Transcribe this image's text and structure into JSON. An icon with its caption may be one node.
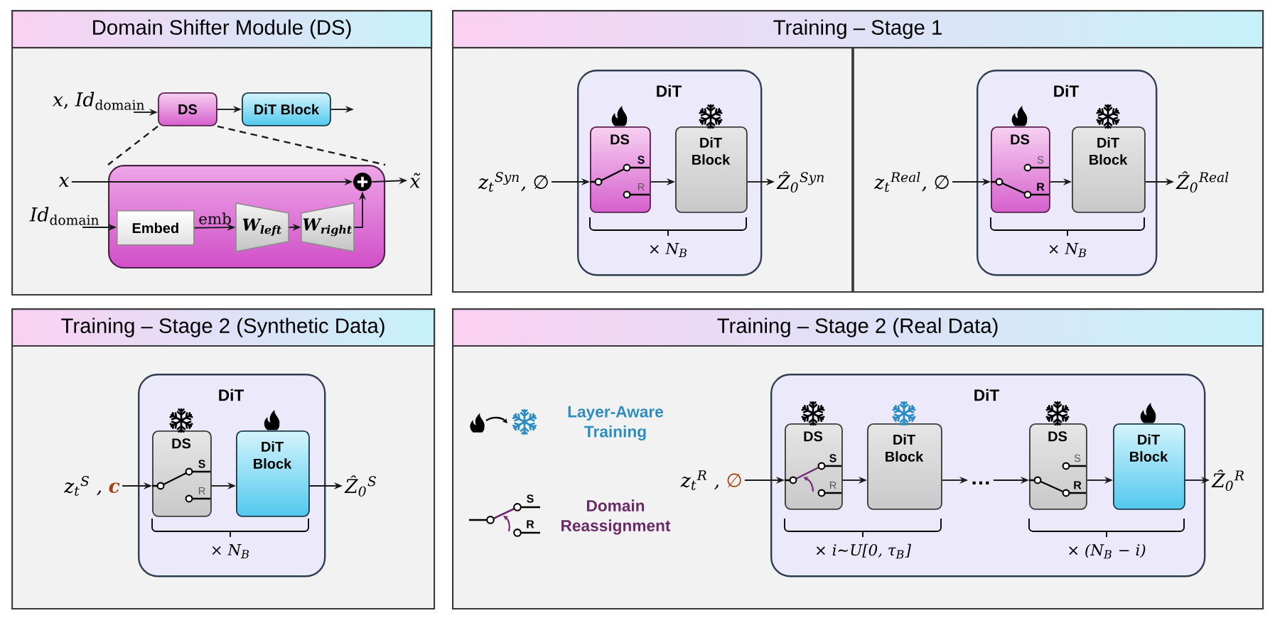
{
  "diagram": {
    "nodes": [
      {
        "text": [
          "Domain Shifter Module (DS)"
        ]
      },
      {
        "text": [
          "*x*, *Id*$_{domain}$"
        ],
        "in": 0
      },
      {
        "text": [
          "DS"
        ],
        "in": 0
      },
      {
        "text": [
          "DiT Block"
        ],
        "in": 0
      },
      {
        "text": [],
        "shape": "box",
        "in": 0
      },
      {
        "text": [
          "x"
        ],
        "in": 0
      },
      {
        "text": [
          "*Id*$_{domain}$"
        ],
        "in": 0
      },
      {
        "text": [
          "Embed"
        ],
        "in": 4
      },
      {
        "text": [
          "W$_{left}$"
        ],
        "in": 4
      },
      {
        "text": [
          "W$_{right}$"
        ],
        "in": 4
      },
      {
        "text": [],
        "shape": "circle",
        "in": 4
      },
      {
        "text": [
          "x̃"
        ],
        "in": 0
      },
      {
        "text": [
          "Training – Stage 1"
        ]
      },
      {
        "text": [
          "z$_{t}$$^{Syn}$, ∅"
        ],
        "in": 12
      },
      {
        "text": [
          "DiT",
          "× N$_{B}$"
        ],
        "in": 12
      },
      {
        "text": [
          "DS",
          "S",
          "R"
        ],
        "in": 14
      },
      {
        "text": [
          "DiT Block"
        ],
        "in": 14
      },
      {
        "text": [
          "Ẑ$_{0}$$^{Syn}$"
        ],
        "in": 12
      },
      {
        "text": [
          "z$_{t}$$^{Real}$, ∅"
        ],
        "in": 12
      },
      {
        "text": [
          "DiT",
          "× N$_{B}$"
        ],
        "in": 12
      },
      {
        "text": [
          "DS",
          "S",
          "R"
        ],
        "in": 19
      },
      {
        "text": [
          "DiT Block"
        ],
        "in": 19
      },
      {
        "text": [
          "Ẑ$_{0}$$^{Real}$"
        ],
        "in": 12
      },
      {
        "text": [
          "Training – Stage 2 (Synthetic Data)"
        ]
      },
      {
        "text": [
          "z$_{t}$$^{S}$ ,",
          "c"
        ],
        "in": 23
      },
      {
        "text": [
          "DiT",
          "× N$_{B}$"
        ],
        "in": 23
      },
      {
        "text": [
          "DS",
          "S",
          "R"
        ],
        "in": 25
      },
      {
        "text": [
          "DiT Block"
        ],
        "in": 25
      },
      {
        "text": [
          "Ẑ$_{0}$$^{S}$"
        ],
        "in": 23
      },
      {
        "text": [
          "Training – Stage 2 (Real Data)"
        ]
      },
      {
        "text": [
          "z$_{t}$$^{R}$ ,",
          "∅"
        ],
        "in": 29
      },
      {
        "text": [
          "DiT",
          "× i∼U[0, τ$_{B}$]",
          "× (N$_{B}$ − i)"
        ],
        "in": 29
      },
      {
        "text": [
          "DS",
          "S",
          "R"
        ],
        "in": 31
      },
      {
        "text": [
          "DiT Block"
        ],
        "in": 31
      },
      {
        "text": [
          "…"
        ],
        "in": 31
      },
      {
        "text": [
          "DS",
          "S",
          "R"
        ],
        "in": 31
      },
      {
        "text": [
          "DiT Block"
        ],
        "in": 31
      },
      {
        "text": [
          "Ẑ$_{0}$$^{R}$"
        ],
        "in": 29
      }
    ],
    "edges": [
      {
        "from": 1,
        "to": 2,
        "arrow": "to"
      },
      {
        "from": 2,
        "to": 3,
        "arrow": "to"
      },
      {
        "from": 3,
        "to": null,
        "arrow": "to"
      },
      {
        "from": 2,
        "to": 4,
        "arrow": "none",
        "style": "dashed"
      },
      {
        "from": 2,
        "to": 4,
        "arrow": "none",
        "style": "dashed"
      },
      {
        "from": 5,
        "to": 10,
        "arrow": "to"
      },
      {
        "from": 10,
        "to": 11,
        "arrow": "to"
      },
      {
        "from": 6,
        "to": 7,
        "arrow": "to"
      },
      {
        "from": 7,
        "to": 8,
        "arrow": "to",
        "label": "emb"
      },
      {
        "from": 8,
        "to": 9,
        "arrow": "to"
      },
      {
        "from": 9,
        "to": 10,
        "arrow": "to"
      },
      {
        "from": 13,
        "to": 15,
        "arrow": "to"
      },
      {
        "from": 15,
        "to": 16,
        "arrow": "to"
      },
      {
        "from": 16,
        "to": 17,
        "arrow": "to"
      },
      {
        "from": 18,
        "to": 20,
        "arrow": "to"
      },
      {
        "from": 20,
        "to": 21,
        "arrow": "to"
      },
      {
        "from": 21,
        "to": 22,
        "arrow": "to"
      },
      {
        "from": 24,
        "to": 26,
        "arrow": "to"
      },
      {
        "from": 26,
        "to": 27,
        "arrow": "to"
      },
      {
        "from": 27,
        "to": 28,
        "arrow": "to"
      },
      {
        "from": 30,
        "to": 32,
        "arrow": "to"
      },
      {
        "from": 32,
        "to": 33,
        "arrow": "to"
      },
      {
        "from": 33,
        "to": 34,
        "arrow": "to"
      },
      {
        "from": 34,
        "to": 35,
        "arrow": "to"
      },
      {
        "from": 35,
        "to": 36,
        "arrow": "to"
      },
      {
        "from": 36,
        "to": 37,
        "arrow": "to"
      }
    ],
    "labels": [
      "S",
      "R"
    ],
    "legend": [
      {
        "text": "Layer-Aware Training"
      },
      {
        "text": "Domain Reassignment"
      }
    ]
  }
}
